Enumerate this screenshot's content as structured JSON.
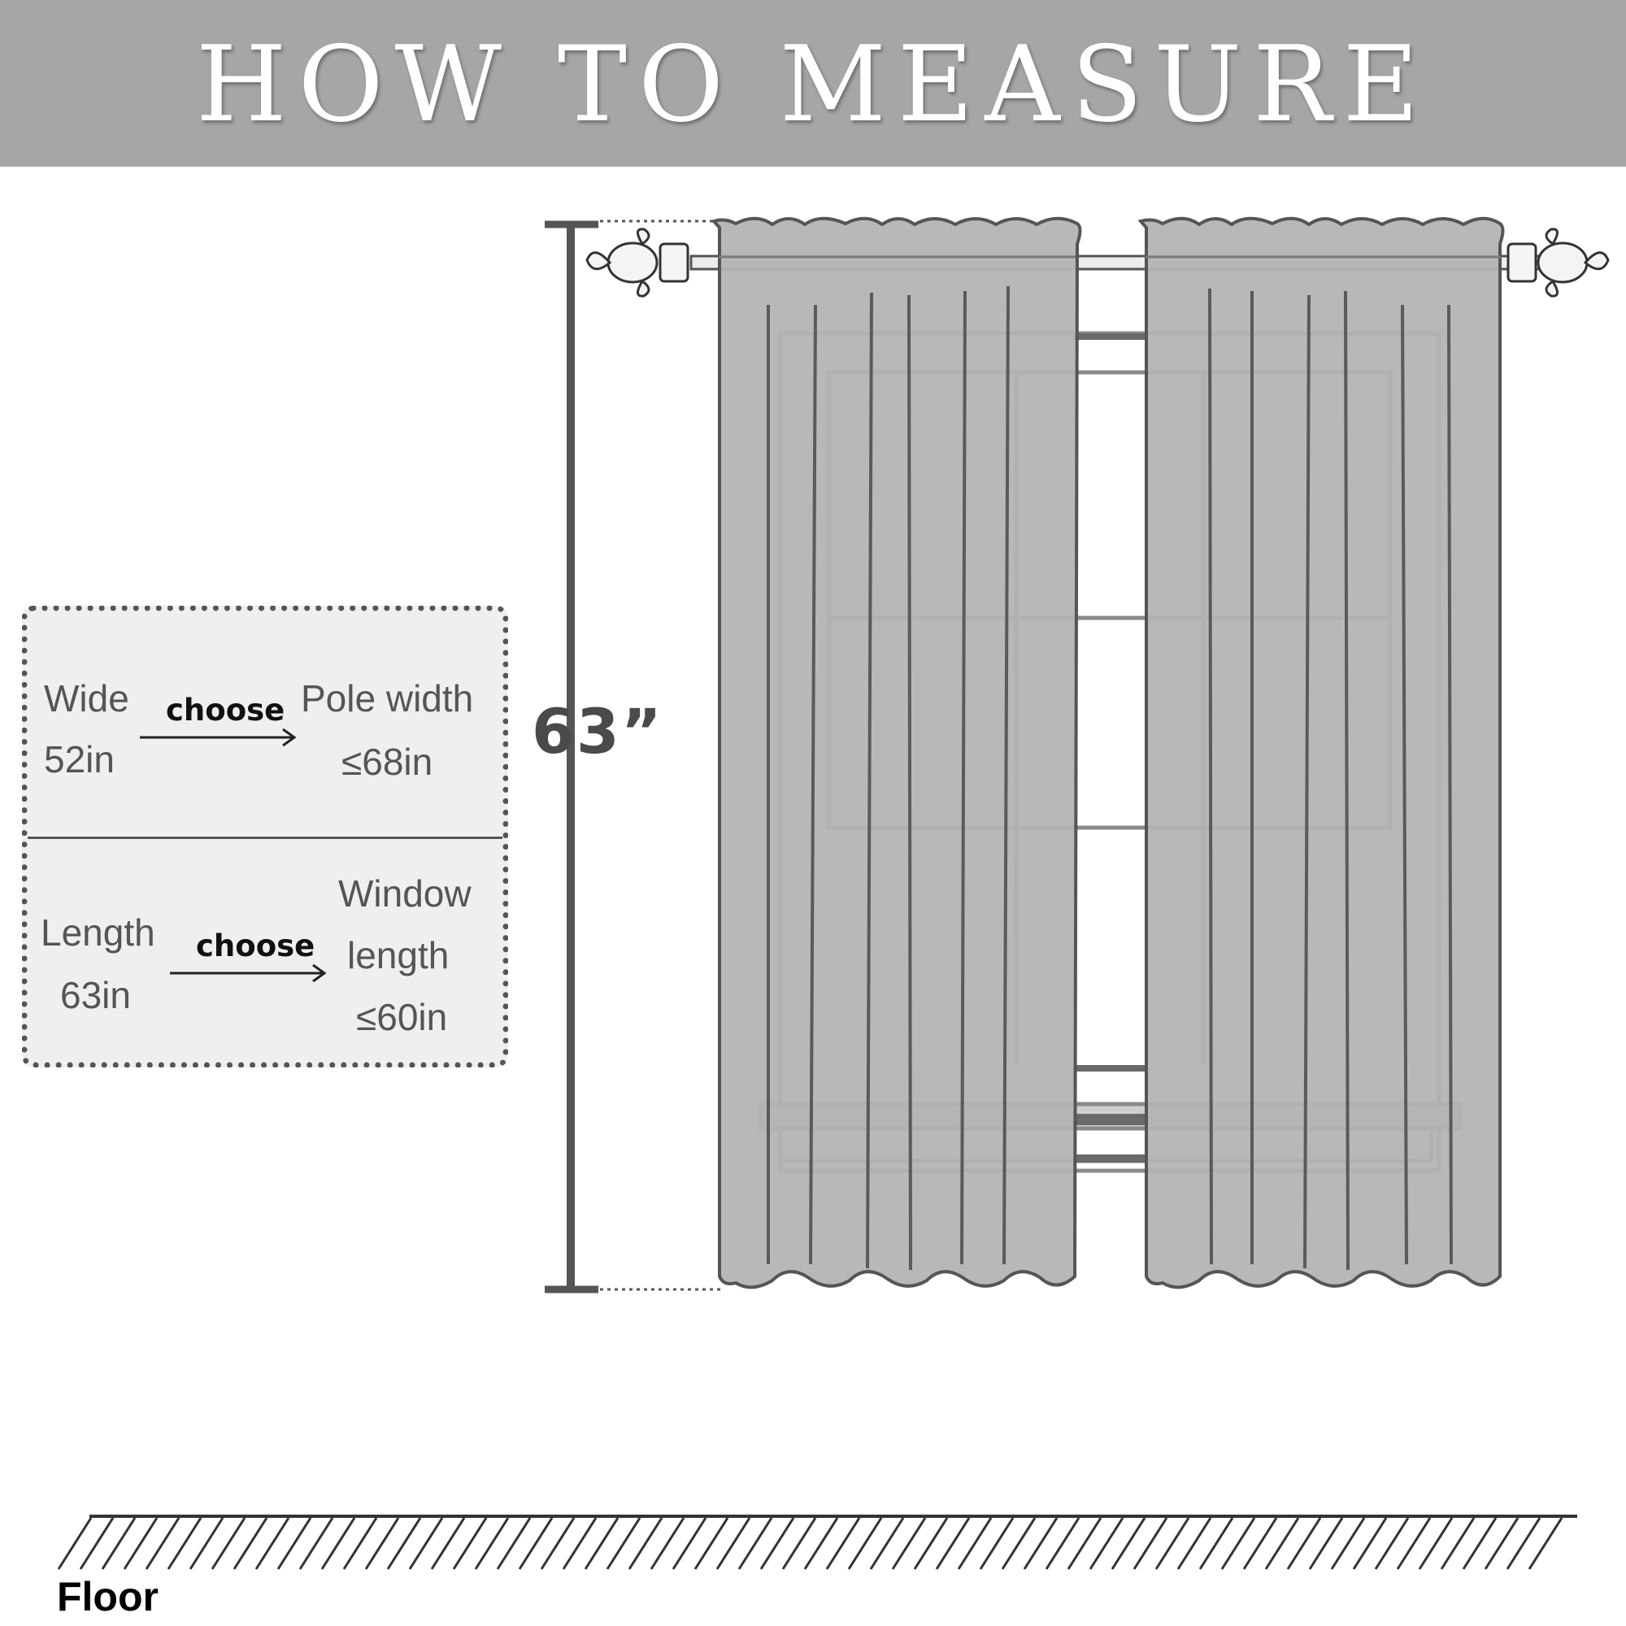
{
  "header": {
    "title": "HOW TO MEASURE"
  },
  "info_box": {
    "wide": {
      "label": "Wide",
      "value": "52in",
      "action": "choose",
      "target_line1": "Pole width",
      "target_line2": "≤68in"
    },
    "length": {
      "label": "Length",
      "value": "63in",
      "action": "choose",
      "target_line1": "Window",
      "target_line2": "length",
      "target_line3": "≤60in"
    }
  },
  "dimension": {
    "label": "63”"
  },
  "floor": {
    "label": "Floor"
  },
  "colors": {
    "header_bg": "#a6a6a6",
    "curtain": "#b4b4b4",
    "text_gray": "#555555",
    "box_bg": "#efefef"
  }
}
